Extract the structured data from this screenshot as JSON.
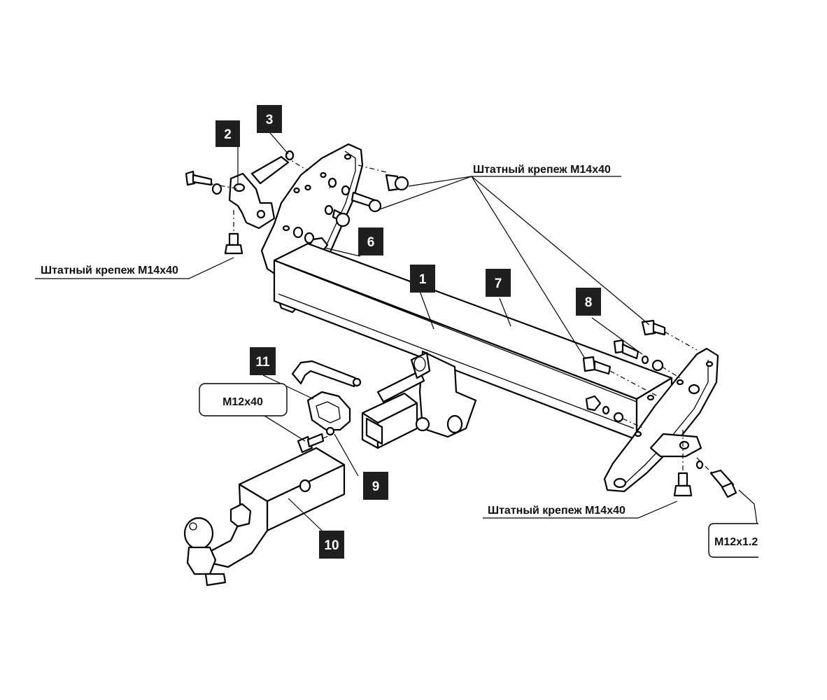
{
  "diagram": {
    "part_numbers": [
      "1",
      "2",
      "3",
      "6",
      "7",
      "8",
      "9",
      "10",
      "11"
    ],
    "fastener_callouts": [
      "Штатный крепеж М14х40",
      "Штатный крепеж М14х40",
      "Штатный крепеж М14х40"
    ],
    "size_labels": [
      "M12x40",
      "M12x1.2"
    ]
  },
  "colors": {
    "badge_fill": "#1f1f1f",
    "badge_text": "#ffffff",
    "line": "#000000",
    "background": "#ffffff"
  }
}
